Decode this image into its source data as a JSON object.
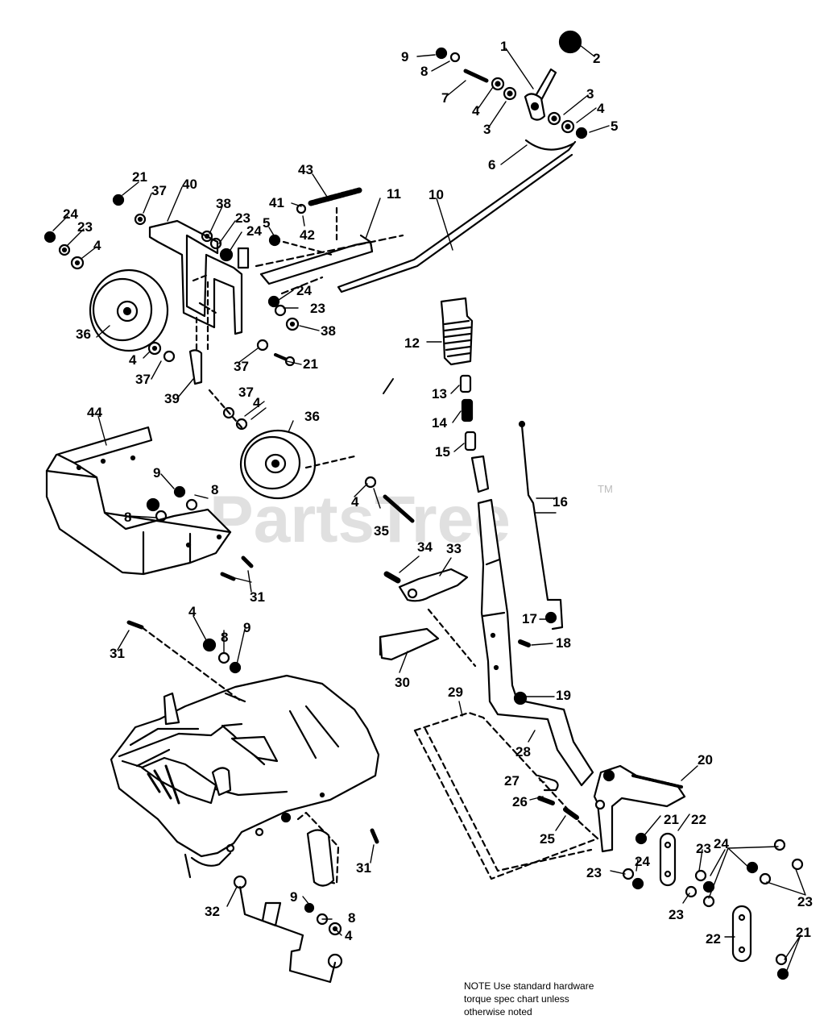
{
  "watermark": {
    "text": "PartsTree",
    "trademark": "TM"
  },
  "note": {
    "lines": [
      "NOTE  Use standard hardware",
      "torque spec  chart unless",
      "otherwise noted"
    ]
  },
  "callouts": {
    "c1": "1",
    "c2": "2",
    "c3a": "3",
    "c3b": "3",
    "c4a": "4",
    "c4b": "4",
    "c5a": "5",
    "c6": "6",
    "c7": "7",
    "c8a": "8",
    "c9a": "9",
    "c10": "10",
    "c11": "11",
    "c12": "12",
    "c13": "13",
    "c14": "14",
    "c15": "15",
    "c16": "16",
    "c17": "17",
    "c18": "18",
    "c19": "19",
    "c20": "20",
    "c21a": "21",
    "c21b": "21",
    "c21c": "21",
    "c21d": "21",
    "c22a": "22",
    "c22b": "22",
    "c23a": "23",
    "c23b": "23",
    "c23c": "23",
    "c23d": "23",
    "c23e": "23",
    "c23f": "23",
    "c24a": "24",
    "c24b": "24",
    "c24c": "24",
    "c24d": "24",
    "c24e": "24",
    "c25": "25",
    "c26": "26",
    "c27": "27",
    "c28": "28",
    "c29": "29",
    "c30": "30",
    "c31a": "31",
    "c31b": "31",
    "c31c": "31",
    "c32": "32",
    "c33": "33",
    "c34": "34",
    "c35": "35",
    "c36a": "36",
    "c36b": "36",
    "c37a": "37",
    "c37b": "37",
    "c37c": "37",
    "c37d": "37",
    "c38a": "38",
    "c38b": "38",
    "c39": "39",
    "c40": "40",
    "c41": "41",
    "c42": "42",
    "c43": "43",
    "c44": "44",
    "c4c": "4",
    "c4d": "4",
    "c4e": "4",
    "c4f": "4",
    "c4g": "4",
    "c4h": "4",
    "c5b": "5",
    "c8b": "8",
    "c8c": "8",
    "c8d": "8",
    "c8e": "8",
    "c9b": "9",
    "c9c": "9",
    "c9d": "9"
  }
}
